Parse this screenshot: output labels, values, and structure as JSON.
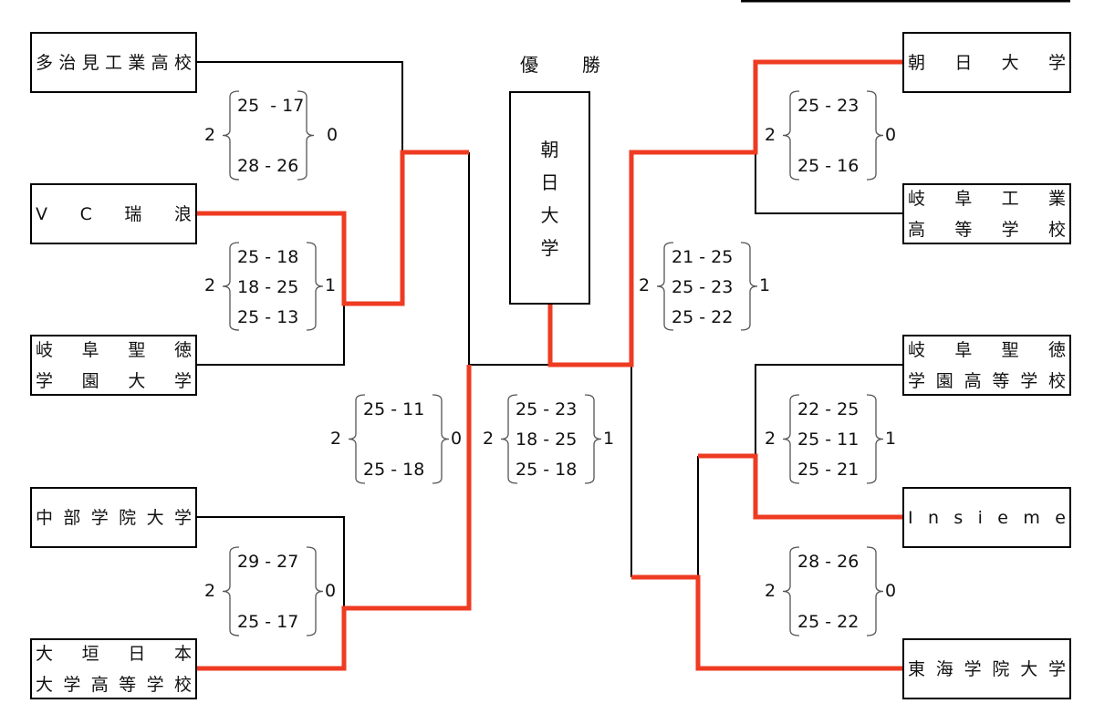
{
  "colors": {
    "winner_path": "#ee3b22",
    "line": "#000000"
  },
  "champion": {
    "title": "優　勝",
    "name_chars": [
      "朝",
      "日",
      "大",
      "学"
    ]
  },
  "teams": {
    "left": [
      {
        "id": "tajimi",
        "rows": [
          [
            "多",
            "治",
            "見",
            "工",
            "業",
            "高",
            "校"
          ]
        ]
      },
      {
        "id": "vc-mizunami",
        "rows": [
          [
            "V",
            "C",
            "瑞",
            "浪"
          ]
        ]
      },
      {
        "id": "gifu-shotoku-univ",
        "rows": [
          [
            "岐",
            "阜",
            "聖",
            "徳"
          ],
          [
            "学",
            "園",
            "大",
            "学"
          ]
        ]
      },
      {
        "id": "chubu-gakuin",
        "rows": [
          [
            "中",
            "部",
            "学",
            "院",
            "大",
            "学"
          ]
        ]
      },
      {
        "id": "ogaki-nihon",
        "rows": [
          [
            "大",
            "垣",
            "日",
            "本"
          ],
          [
            "大",
            "学",
            "高",
            "等",
            "学",
            "校"
          ]
        ]
      }
    ],
    "right": [
      {
        "id": "asahi",
        "rows": [
          [
            "朝",
            "日",
            "大",
            "学"
          ]
        ]
      },
      {
        "id": "gifu-kogyo",
        "rows": [
          [
            "岐",
            "阜",
            "工",
            "業"
          ],
          [
            "高",
            "等",
            "学",
            "校"
          ]
        ]
      },
      {
        "id": "gifu-shotoku-hs",
        "rows": [
          [
            "岐",
            "阜",
            "聖",
            "徳"
          ],
          [
            "学",
            "園",
            "高",
            "等",
            "学",
            "校"
          ]
        ]
      },
      {
        "id": "insieme",
        "rows": [
          [
            "I",
            "n",
            "s",
            "i",
            "e",
            "m",
            "e"
          ]
        ]
      },
      {
        "id": "tokai-gakuin",
        "rows": [
          [
            "東",
            "海",
            "学",
            "院",
            "大",
            "学"
          ]
        ]
      }
    ]
  },
  "matches": [
    {
      "id": "L1",
      "winner_sets": "2",
      "loser_sets": "0",
      "sets": [
        "25  - 17",
        "28 - 26"
      ]
    },
    {
      "id": "L2",
      "winner_sets": "2",
      "loser_sets": "1",
      "sets": [
        "25 - 18",
        "18 - 25",
        "25 - 13"
      ]
    },
    {
      "id": "L3",
      "winner_sets": "2",
      "loser_sets": "0",
      "sets": [
        "29 - 27",
        "25 - 17"
      ]
    },
    {
      "id": "LSF",
      "winner_sets": "2",
      "loser_sets": "0",
      "sets": [
        "25 - 11",
        "25 - 18"
      ]
    },
    {
      "id": "F",
      "winner_sets": "2",
      "loser_sets": "1",
      "sets": [
        "25 - 23",
        "18 - 25",
        "25 - 18"
      ]
    },
    {
      "id": "RSF",
      "winner_sets": "2",
      "loser_sets": "1",
      "sets": [
        "21 - 25",
        "25 - 23",
        "25 - 22"
      ]
    },
    {
      "id": "R1",
      "winner_sets": "2",
      "loser_sets": "0",
      "sets": [
        "25 - 23",
        "25 - 16"
      ]
    },
    {
      "id": "R2",
      "winner_sets": "2",
      "loser_sets": "1",
      "sets": [
        "22 - 25",
        "25 - 11",
        "25 - 21"
      ]
    },
    {
      "id": "R3",
      "winner_sets": "2",
      "loser_sets": "0",
      "sets": [
        "28 - 26",
        "25 - 22"
      ]
    }
  ]
}
